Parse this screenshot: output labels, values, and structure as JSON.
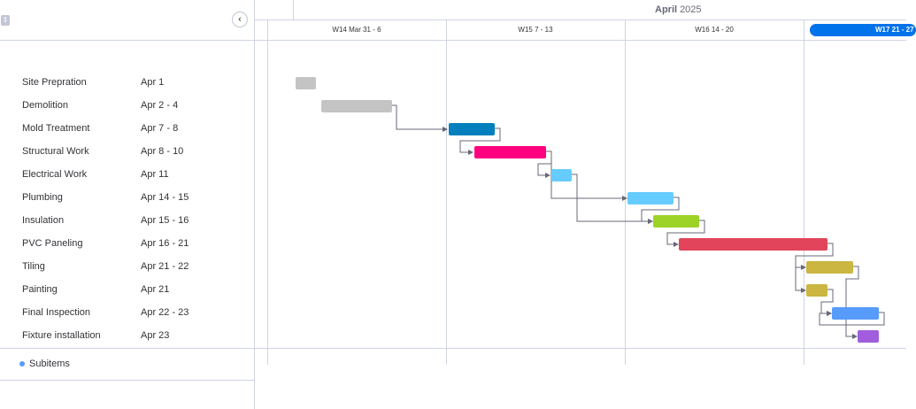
{
  "header": {
    "expand_icon": "expand-icon",
    "collapse_icon_glyph": "‹",
    "month": "April",
    "year": "2025",
    "weeks": [
      "W14 Mar 31 - 6",
      "W15 7 - 13",
      "W16 14 - 20",
      "W17 21 - 27"
    ]
  },
  "tasks": [
    {
      "name": "Site Prepration",
      "date": "Apr 1",
      "color": "#c4c4c4"
    },
    {
      "name": "Demolition",
      "date": "Apr 2 - 4",
      "color": "#c4c4c4"
    },
    {
      "name": "Mold Treatment",
      "date": "Apr 7 - 8",
      "color": "#037fbd"
    },
    {
      "name": "Structural Work",
      "date": "Apr 8 - 10",
      "color": "#ff007f"
    },
    {
      "name": "Electrical Work",
      "date": "Apr 11",
      "color": "#66ccff"
    },
    {
      "name": "Plumbing",
      "date": "Apr 14 - 15",
      "color": "#66ccff"
    },
    {
      "name": "Insulation",
      "date": "Apr 15 - 16",
      "color": "#9cd326"
    },
    {
      "name": "PVC Paneling",
      "date": "Apr 16 - 21",
      "color": "#e2445c"
    },
    {
      "name": "Tiling",
      "date": "Apr 21 - 22",
      "color": "#cab641"
    },
    {
      "name": "Painting",
      "date": "Apr 21",
      "color": "#cab641"
    },
    {
      "name": "Final Inspection",
      "date": "Apr 22 - 23",
      "color": "#579bfc"
    },
    {
      "name": "Fixture installation",
      "date": "Apr 23",
      "color": "#a25ddc"
    }
  ],
  "subitems": {
    "label": "Subitems",
    "dot_color": "#579bfc"
  }
}
